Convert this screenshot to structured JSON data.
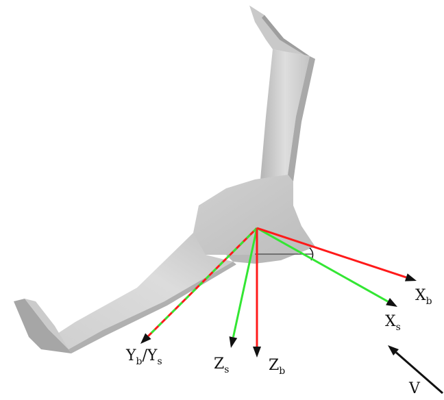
{
  "labels": {
    "yb": "Y",
    "yb_sub": "b",
    "slash": "/",
    "ys": "Y",
    "ys_sub": "s",
    "zs": "Z",
    "zs_sub": "s",
    "zb": "Z",
    "zb_sub": "b",
    "xs": "X",
    "xs_sub": "s",
    "xb": "X",
    "xb_sub": "b",
    "v": "V"
  },
  "colors": {
    "body_axis": "#ff1a1a",
    "stability_axis": "#33e633",
    "velocity_vector": "#111111",
    "aircraft_shade_light": "#e8e8e8",
    "aircraft_shade_dark": "#a9a9a9"
  }
}
